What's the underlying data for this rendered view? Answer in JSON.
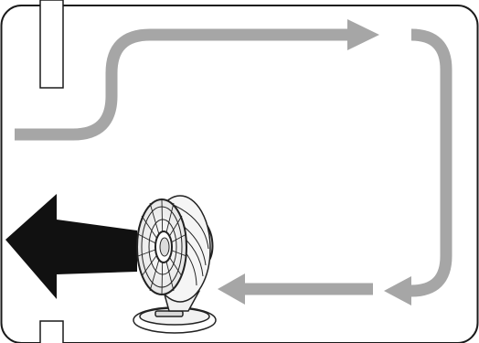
{
  "colors": {
    "background": "#ffffff",
    "room_outline": "#1a1a1a",
    "airflow_arrow": "#a6a6a6",
    "output_arrow": "#111111",
    "fan_line": "#222222"
  },
  "icons": [
    "room-outline",
    "door-opening-top",
    "door-opening-bottom",
    "airflow-path-arrow",
    "fan-output-arrow",
    "desk-fan-icon"
  ]
}
